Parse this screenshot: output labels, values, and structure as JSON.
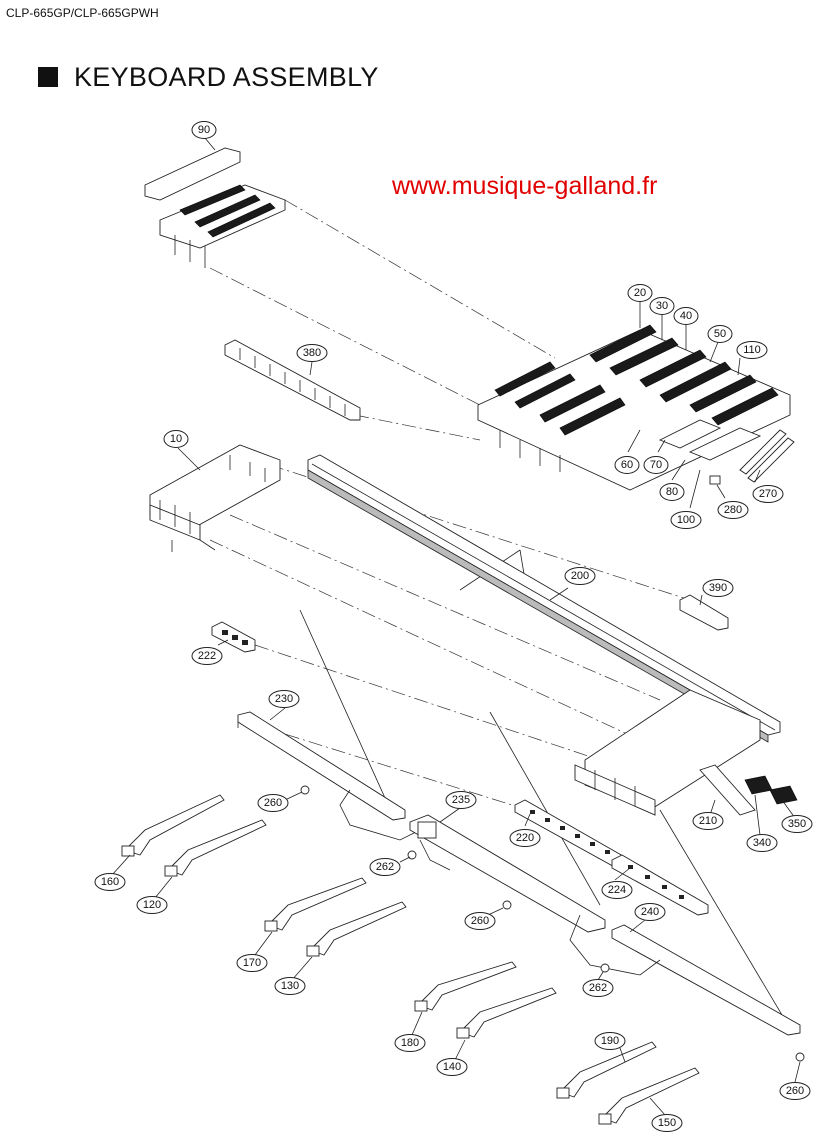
{
  "header": {
    "model": "CLP-665GP/CLP-665GPWH",
    "title": "KEYBOARD ASSEMBLY",
    "watermark": "www.musique-galland.fr"
  },
  "callouts": [
    "90",
    "20",
    "30",
    "40",
    "50",
    "110",
    "380",
    "60",
    "70",
    "80",
    "270",
    "280",
    "100",
    "10",
    "200",
    "390",
    "222",
    "230",
    "260",
    "235",
    "220",
    "262",
    "224",
    "210",
    "340",
    "350",
    "160",
    "120",
    "170",
    "130",
    "240",
    "180",
    "140",
    "190",
    "150"
  ]
}
